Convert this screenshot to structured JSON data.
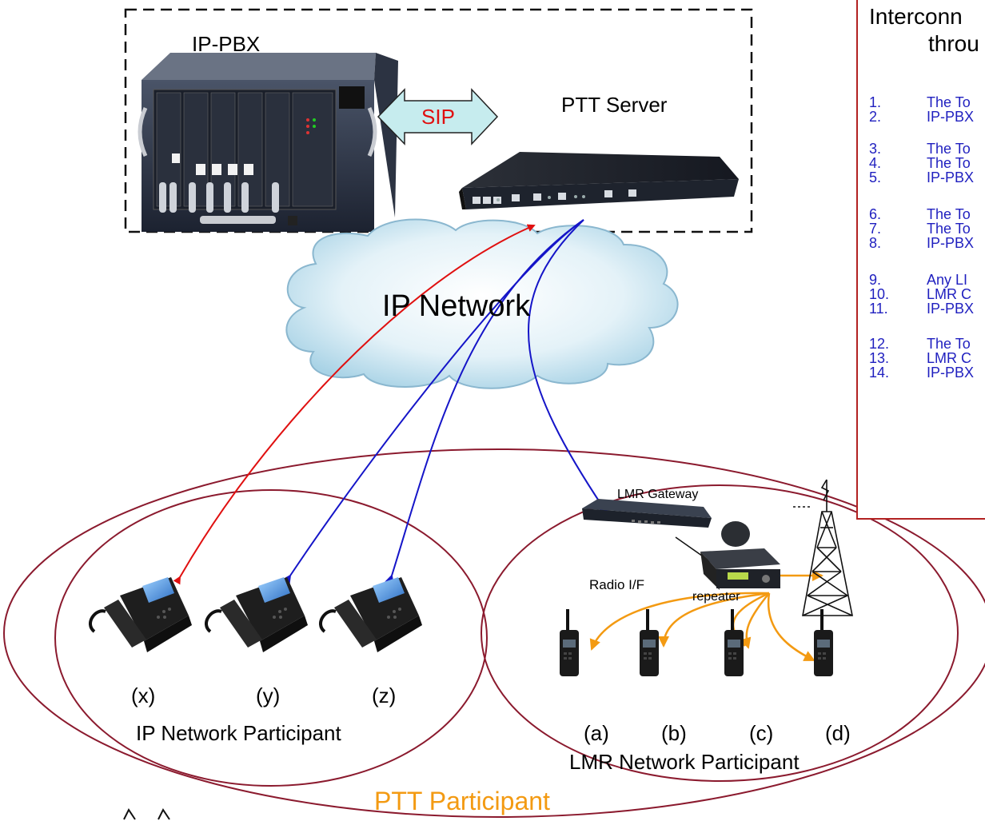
{
  "labels": {
    "ip_pbx": "IP-PBX",
    "ptt_server": "PTT Server",
    "sip": "SIP",
    "ip_network": "IP Network",
    "lmr_gateway": "LMR Gateway",
    "radio_if": "Radio I/F",
    "repeater": "repeater",
    "phone_x": "(x)",
    "phone_y": "(y)",
    "phone_z": "(z)",
    "radio_a": "(a)",
    "radio_b": "(b)",
    "radio_c": "(c)",
    "radio_d": "(d)",
    "ip_participant": "IP Network Participant",
    "lmr_participant": "LMR Network Participant",
    "ptt_participant": "PTT Participant"
  },
  "panel": {
    "title_line1": "Interconn",
    "title_line2": "throu",
    "steps": [
      {
        "num": "1.",
        "text": "The To"
      },
      {
        "num": "2.",
        "text": "IP-PBX"
      },
      {
        "num": "3.",
        "text": "The To"
      },
      {
        "num": "4.",
        "text": "The To"
      },
      {
        "num": "5.",
        "text": "IP-PBX"
      },
      {
        "num": "6.",
        "text": "The To"
      },
      {
        "num": "7.",
        "text": "The To"
      },
      {
        "num": "8.",
        "text": "IP-PBX"
      },
      {
        "num": "9.",
        "text": "Any LI"
      },
      {
        "num": "10.",
        "text": "LMR C"
      },
      {
        "num": "11.",
        "text": "IP-PBX"
      },
      {
        "num": "12.",
        "text": "The To"
      },
      {
        "num": "13.",
        "text": "LMR C"
      },
      {
        "num": "14.",
        "text": "IP-PBX"
      }
    ]
  },
  "colors": {
    "red_link": "#e01010",
    "blue_link": "#1515c8",
    "orange": "#f39a12",
    "ellipse": "#8b1a2e",
    "sip_fill": "#c6ecee",
    "steps_text": "#1f1fbf"
  }
}
